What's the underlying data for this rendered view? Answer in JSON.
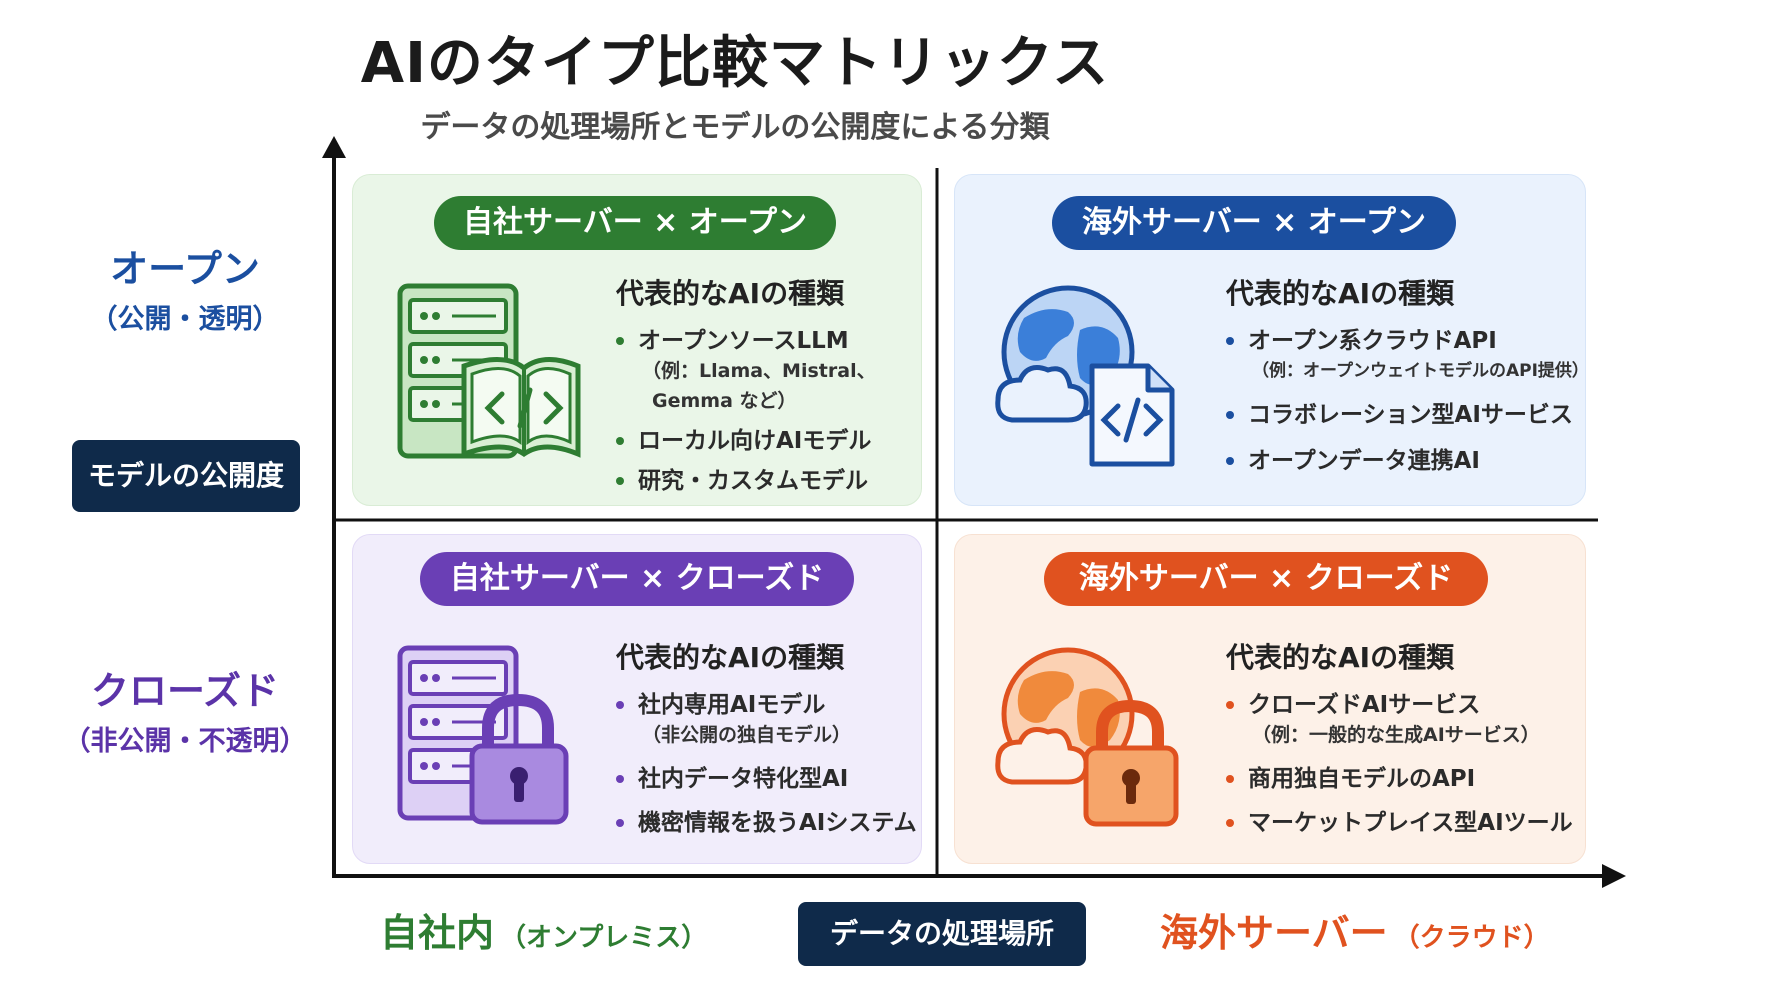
{
  "title": "AIのタイプ比較マトリックス",
  "subtitle": "データの処理場所とモデルの公開度による分類",
  "y_axis": {
    "open_main": "オープン",
    "open_sub": "（公開・透明）",
    "closed_main": "クローズド",
    "closed_sub": "（非公開・不透明）",
    "title": "モデルの公開度"
  },
  "x_axis": {
    "left_main": "自社内",
    "left_sub": "（オンプレミス）",
    "right_main": "海外サーバー",
    "right_sub": "（クラウド）",
    "title": "データの処理場所"
  },
  "quadrants": {
    "top_left": {
      "label": "自社サーバー × オープン",
      "heading": "代表的なAIの種類",
      "items": [
        {
          "text": "オープンソースLLM",
          "note1": "（例：Llama、Mistral、",
          "note2": "Gemma など）"
        },
        {
          "text": "ローカル向けAIモデル"
        },
        {
          "text": "研究・カスタムモデル"
        }
      ]
    },
    "top_right": {
      "label": "海外サーバー × オープン",
      "heading": "代表的なAIの種類",
      "items": [
        {
          "text": "オープン系クラウドAPI",
          "note1": "（例：オープンウェイトモデルのAPI提供）"
        },
        {
          "text": "コラボレーション型AIサービス"
        },
        {
          "text": "オープンデータ連携AI"
        }
      ]
    },
    "bottom_left": {
      "label": "自社サーバー × クローズド",
      "heading": "代表的なAIの種類",
      "items": [
        {
          "text": "社内専用AIモデル",
          "note1": "（非公開の独自モデル）"
        },
        {
          "text": "社内データ特化型AI"
        },
        {
          "text": "機密情報を扱うAIシステム"
        }
      ]
    },
    "bottom_right": {
      "label": "海外サーバー × クローズド",
      "heading": "代表的なAIの種類",
      "items": [
        {
          "text": "クローズドAIサービス",
          "note1": "（例：一般的な生成AIサービス）"
        },
        {
          "text": "商用独自モデルのAPI"
        },
        {
          "text": "マーケットプレイス型AIツール"
        }
      ]
    }
  },
  "colors": {
    "green": "#2e7d32",
    "blue": "#1b4fa0",
    "purple": "#6a3fb5",
    "orange": "#e0521f",
    "navy": "#0f2a4a"
  },
  "icons": {
    "top_left": "server-with-code-book-icon",
    "top_right": "globe-cloud-code-file-icon",
    "bottom_left": "server-with-lock-icon",
    "bottom_right": "globe-cloud-lock-icon"
  }
}
